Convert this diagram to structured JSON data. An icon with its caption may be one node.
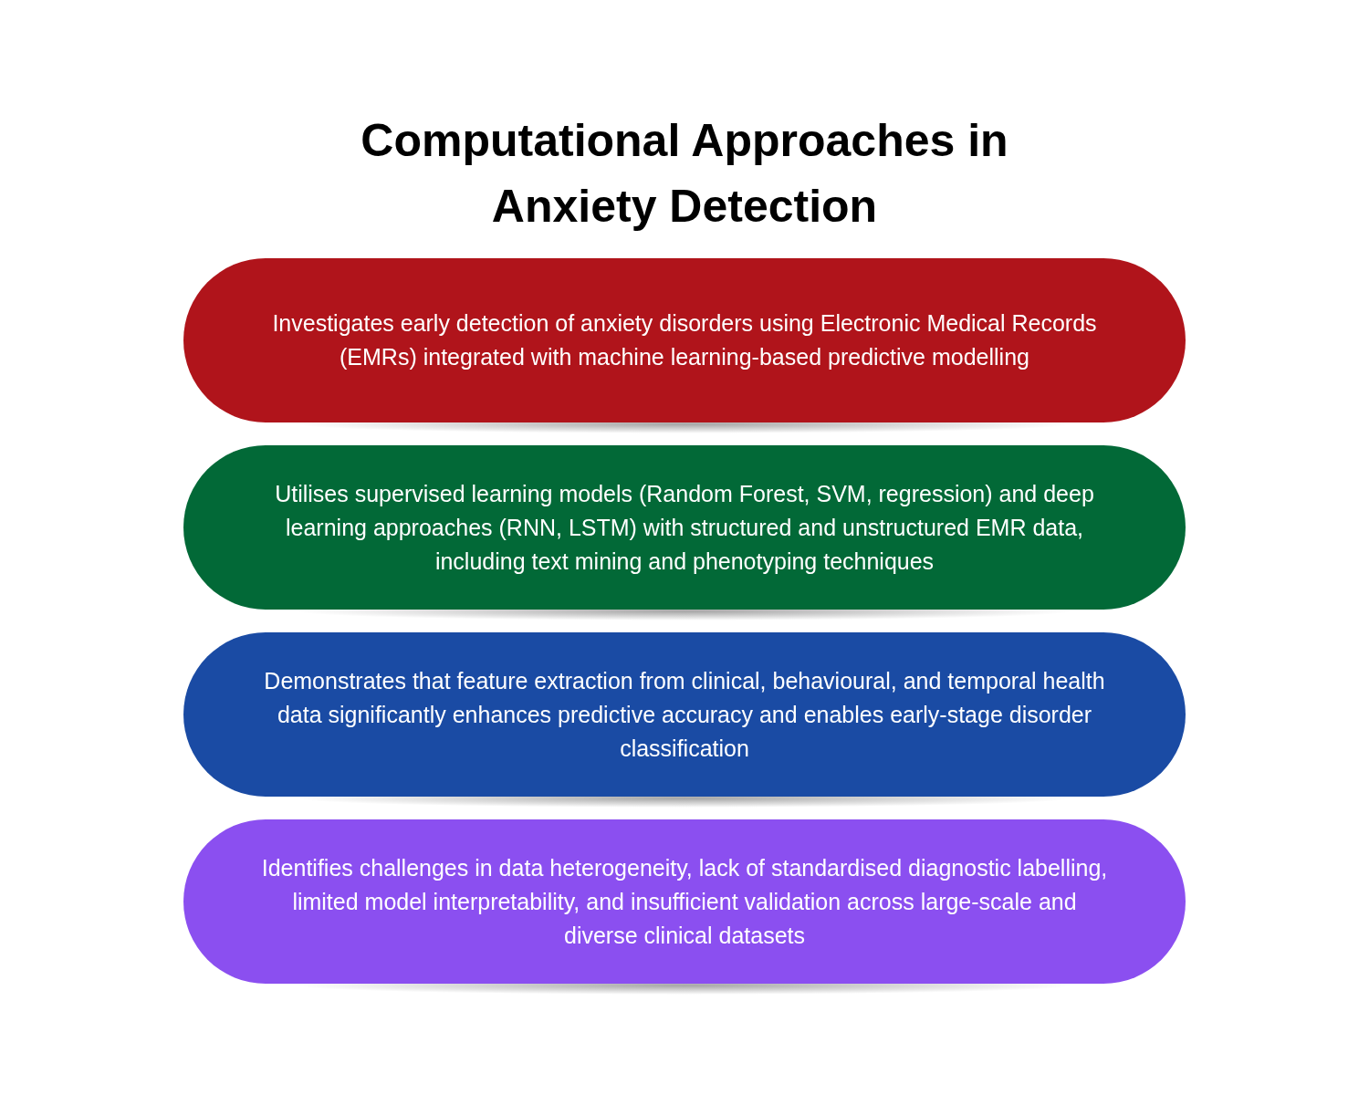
{
  "diagram": {
    "title": "Computational Approaches in Anxiety Detection",
    "nodes": [
      {
        "text": [
          "Investigates early detection of anxiety disorders using Electronic Medical Records (EMRs) integrated with machine learning-based predictive modelling"
        ]
      },
      {
        "text": [
          "Utilises supervised learning models (Random Forest, SVM, regression) and deep learning approaches (RNN, LSTM) with structured and unstructured EMR data, including text mining and phenotyping techniques"
        ]
      },
      {
        "text": [
          "Demonstrates that feature extraction from clinical, behavioural, and temporal health data significantly enhances predictive accuracy and enables early-stage disorder classification"
        ]
      },
      {
        "text": [
          "Identifies challenges in data heterogeneity, lack of standardised diagnostic labelling, limited model interpretability, and insufficient validation across large-scale and diverse clinical datasets"
        ]
      }
    ]
  }
}
